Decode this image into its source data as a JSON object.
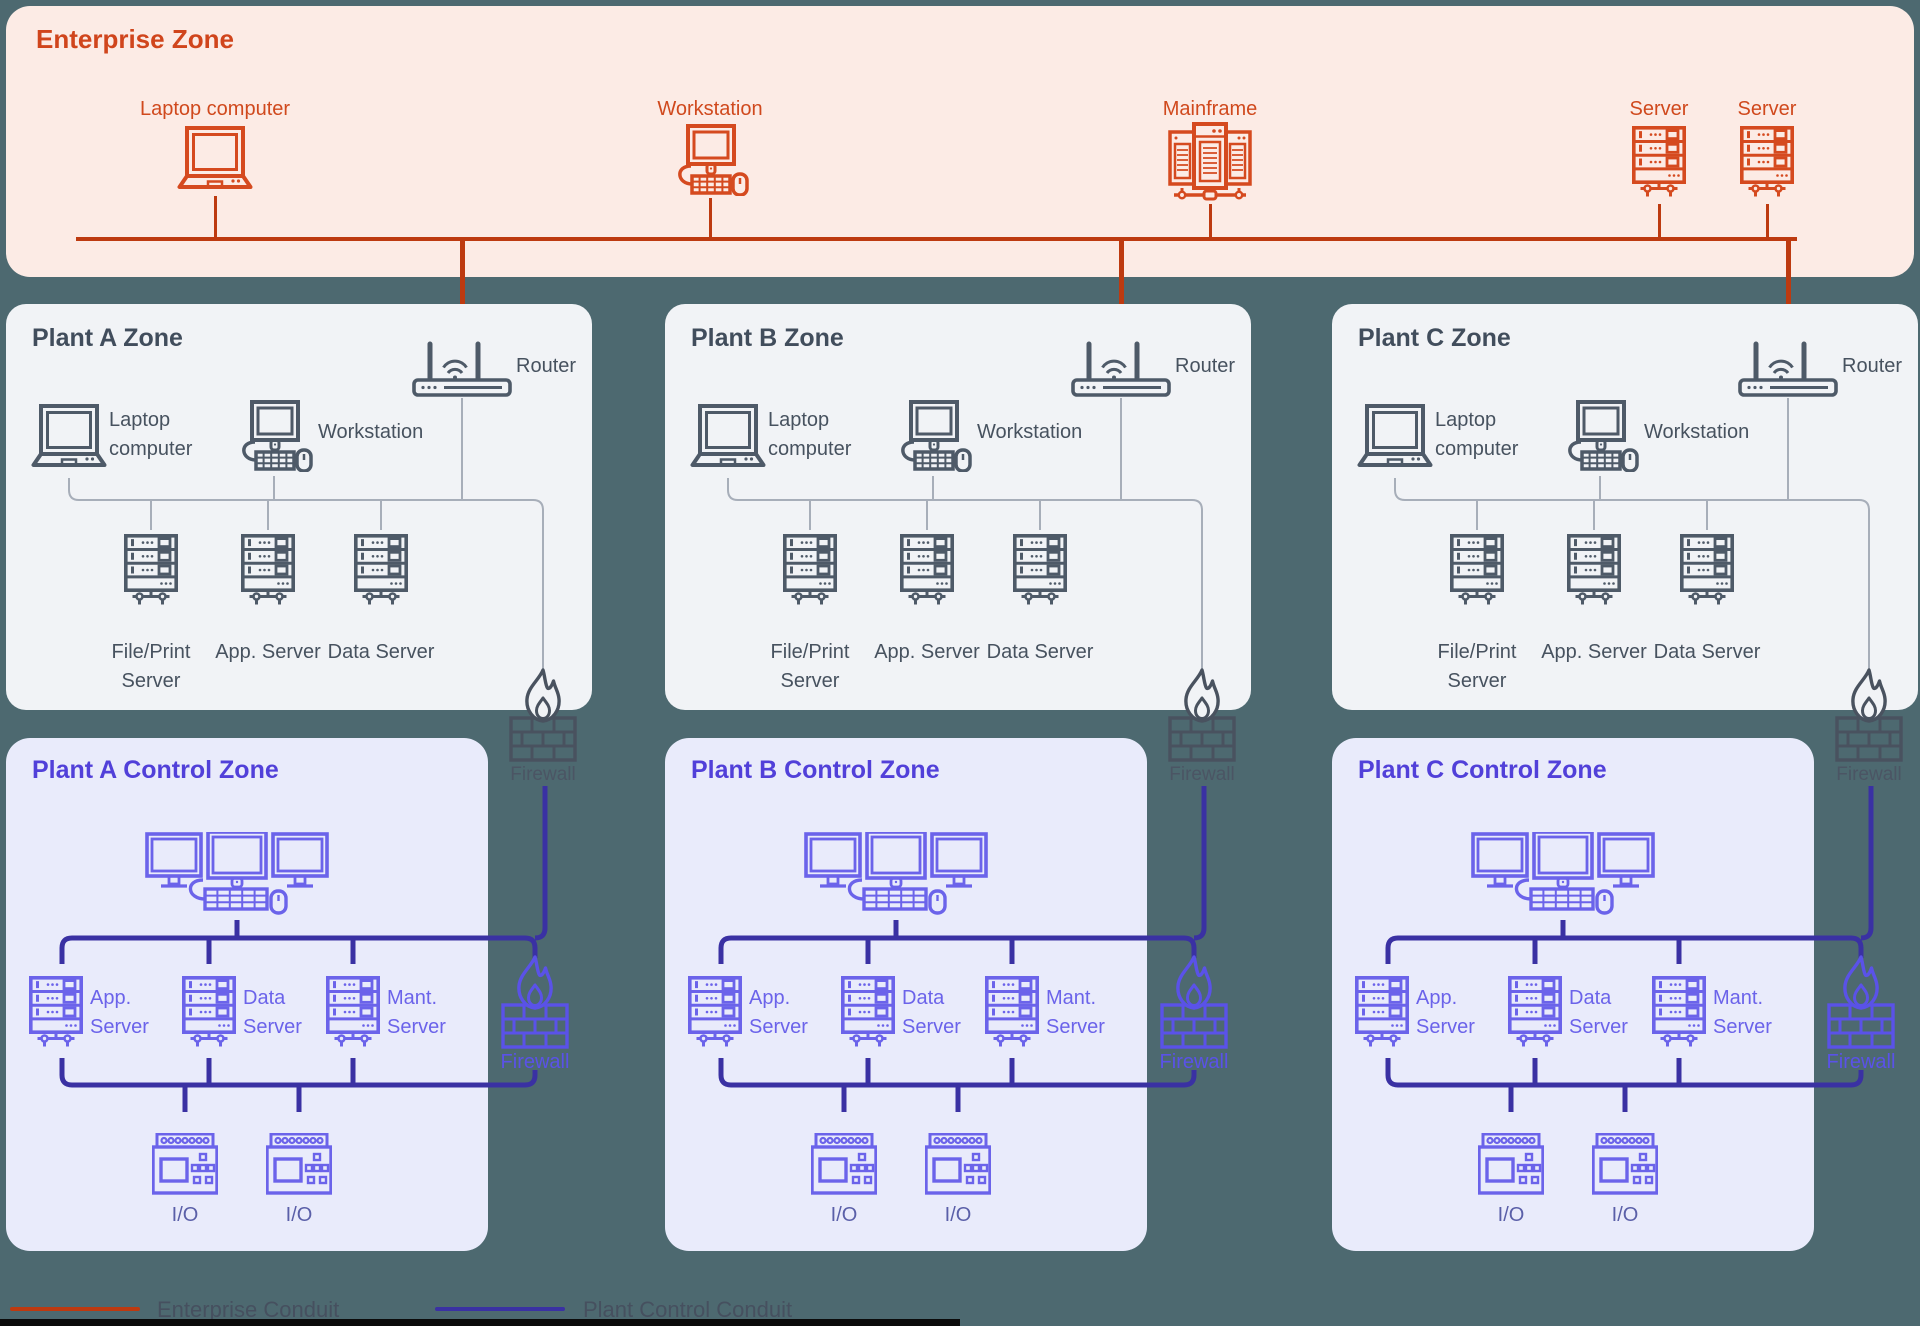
{
  "colors": {
    "page_background": "#4d6970",
    "enterprise_accent": "#d54a1f",
    "enterprise_conduit": "#bd3a10",
    "plant_icon": "#4e5a68",
    "plant_thin_line": "#a7aeb9",
    "control_accent": "#6b63ea",
    "control_title": "#5140d9",
    "plant_control_conduit": "#3a31a3",
    "firewall_gray": "#49525f",
    "firewall_blue": "#5a52e8"
  },
  "enterprise_zone": {
    "title": "Enterprise Zone",
    "devices": [
      {
        "label": "Laptop computer",
        "icon": "laptop-icon"
      },
      {
        "label": "Workstation",
        "icon": "workstation-icon"
      },
      {
        "label": "Mainframe",
        "icon": "mainframe-icon"
      },
      {
        "label": "Server",
        "icon": "server-icon"
      },
      {
        "label": "Server",
        "icon": "server-icon"
      }
    ]
  },
  "plant_zones": [
    {
      "title": "Plant A Zone",
      "router_label": "Router",
      "laptop_label": "Laptop computer",
      "workstation_label": "Workstation",
      "servers": [
        "File/Print Server",
        "App. Server",
        "Data Server"
      ],
      "firewall_label": "Firewall"
    },
    {
      "title": "Plant B Zone",
      "router_label": "Router",
      "laptop_label": "Laptop computer",
      "workstation_label": "Workstation",
      "servers": [
        "File/Print Server",
        "App. Server",
        "Data Server"
      ],
      "firewall_label": "Firewall"
    },
    {
      "title": "Plant C Zone",
      "router_label": "Router",
      "laptop_label": "Laptop computer",
      "workstation_label": "Workstation",
      "servers": [
        "File/Print Server",
        "App. Server",
        "Data Server"
      ],
      "firewall_label": "Firewall"
    }
  ],
  "control_zones": [
    {
      "title": "Plant A Control Zone",
      "servers": [
        "App. Server",
        "Data Server",
        "Mant. Server"
      ],
      "firewall_label": "Firewall",
      "io_labels": [
        "I/O",
        "I/O"
      ]
    },
    {
      "title": "Plant B Control Zone",
      "servers": [
        "App. Server",
        "Data Server",
        "Mant. Server"
      ],
      "firewall_label": "Firewall",
      "io_labels": [
        "I/O",
        "I/O"
      ]
    },
    {
      "title": "Plant C Control Zone",
      "servers": [
        "App. Server",
        "Data Server",
        "Mant. Server"
      ],
      "firewall_label": "Firewall",
      "io_labels": [
        "I/O",
        "I/O"
      ]
    }
  ],
  "legend": {
    "items": [
      {
        "label": "Enterprise Conduit",
        "color": "#bd3a10"
      },
      {
        "label": "Plant Control Conduit",
        "color": "#3a31a3"
      }
    ]
  }
}
